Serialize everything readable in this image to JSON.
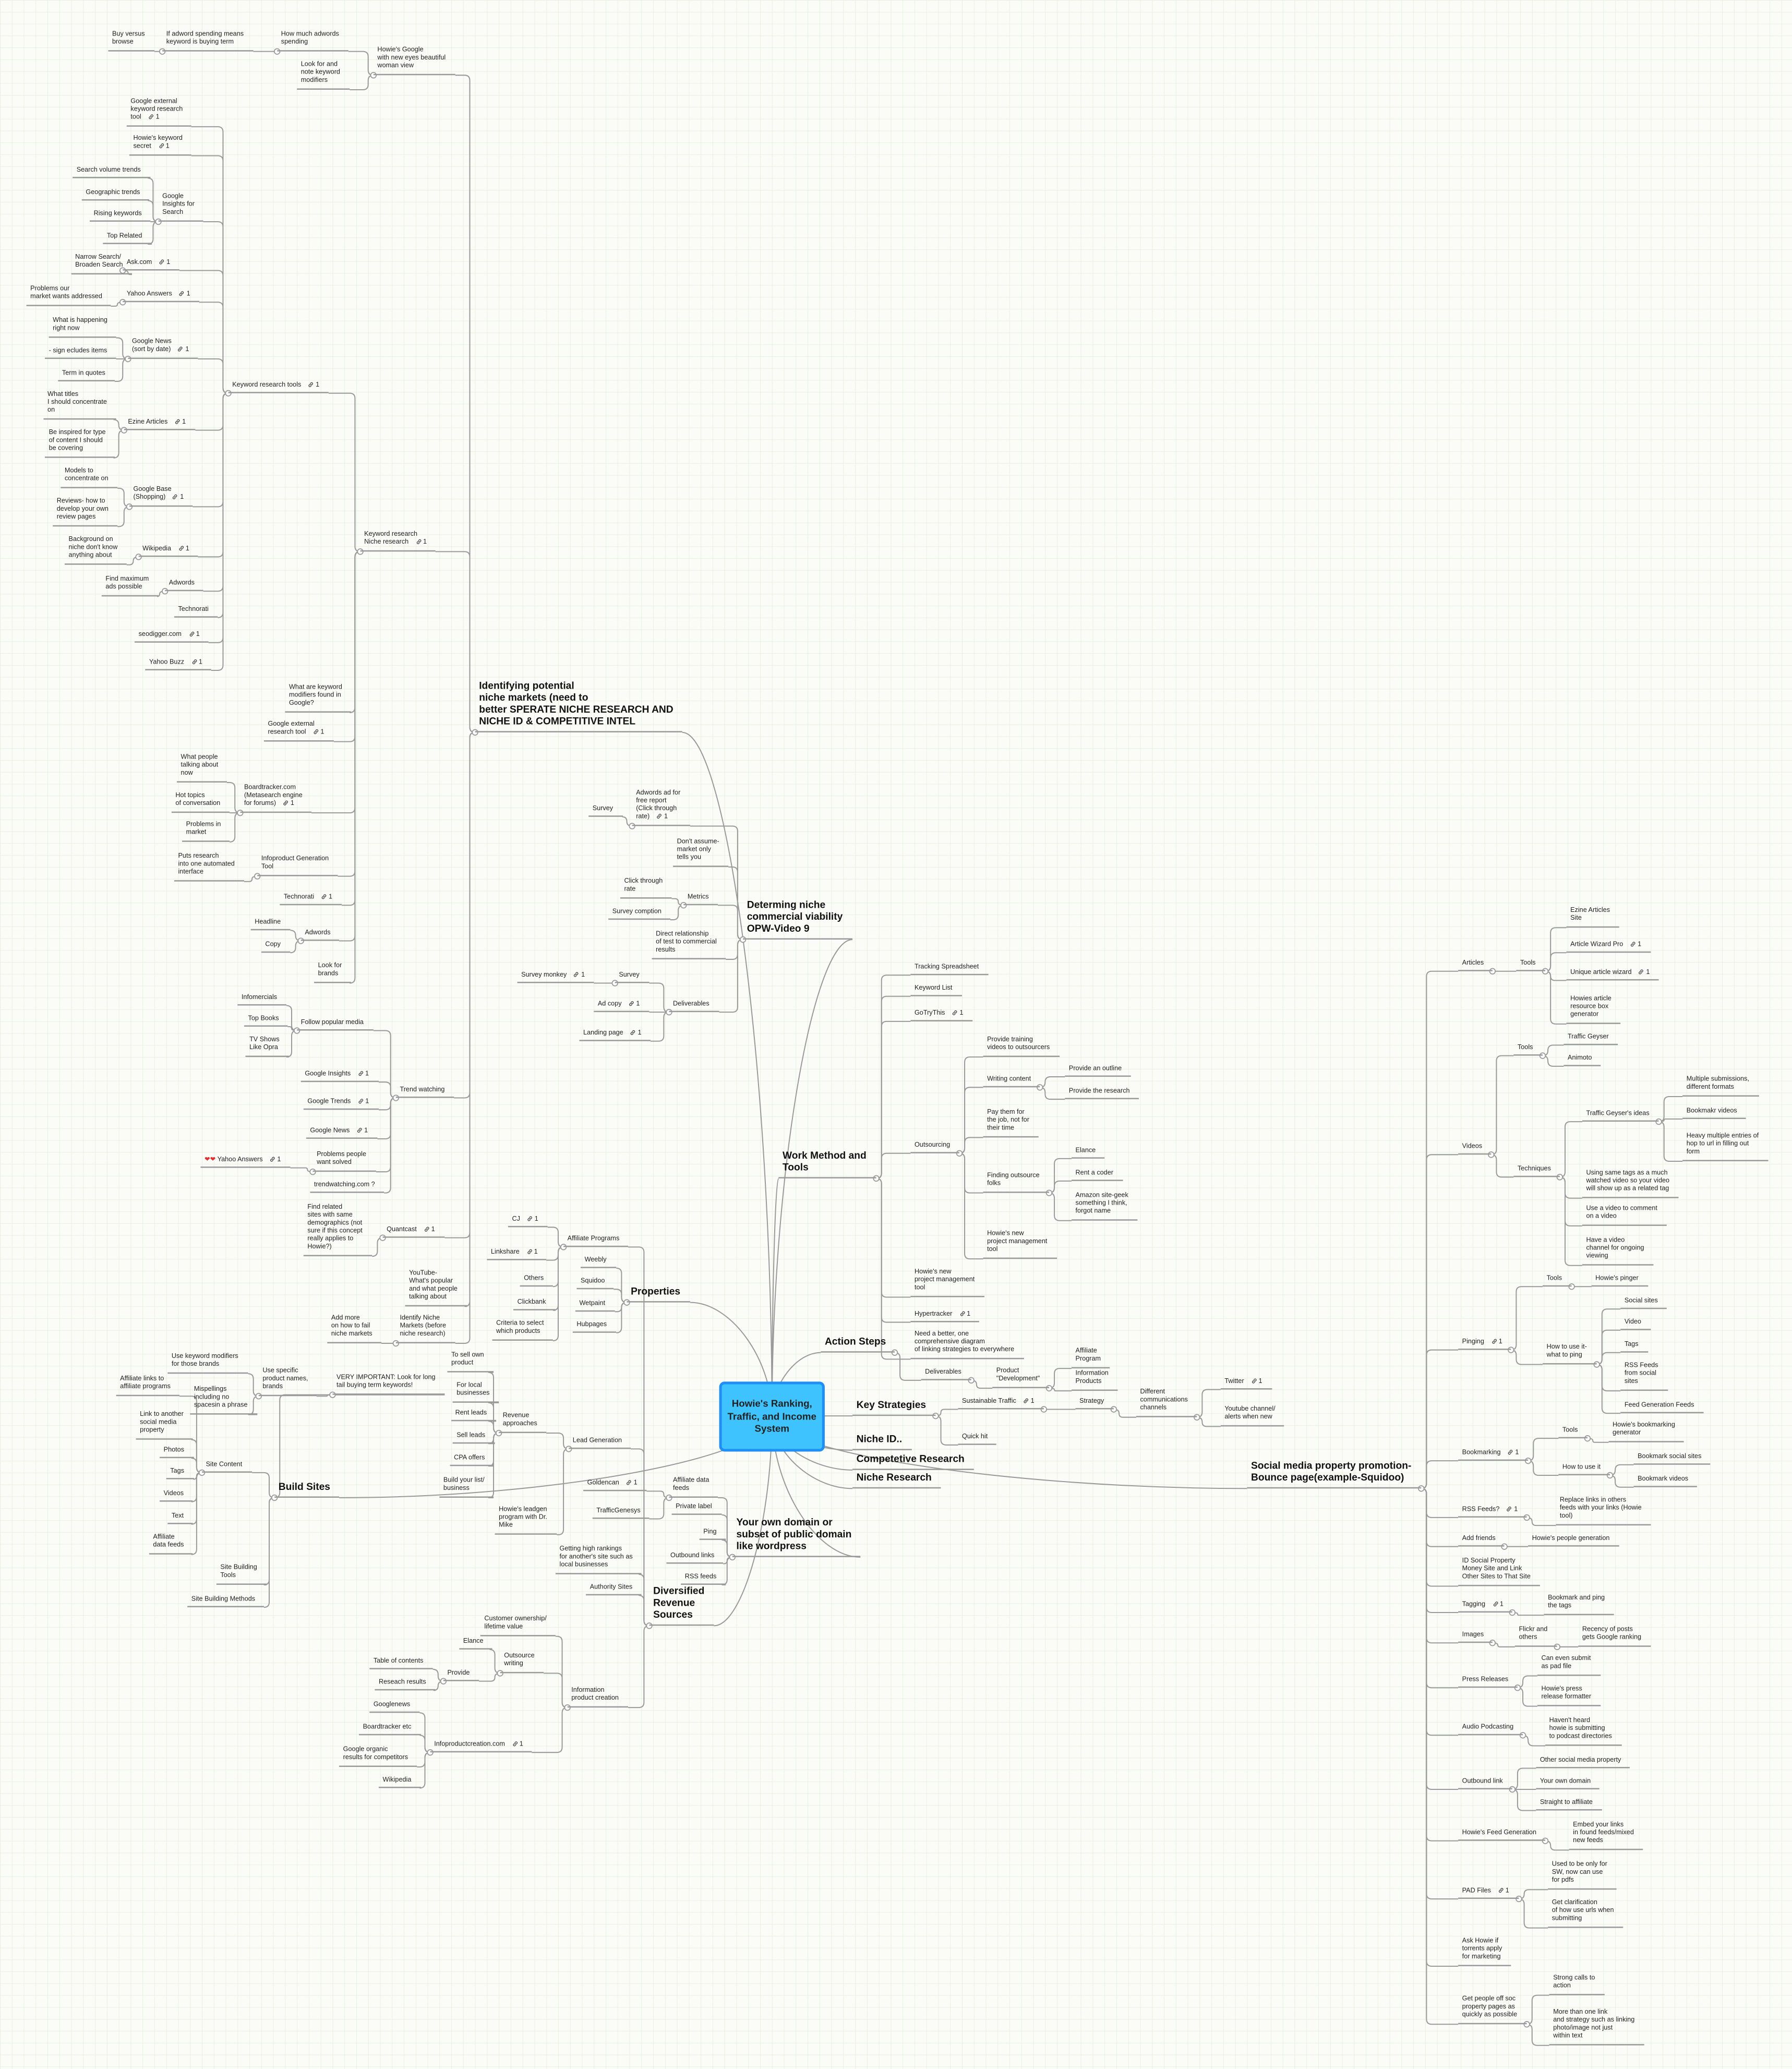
{
  "root": {
    "title": "Howie's Ranking, Traffic, and Income System"
  },
  "colors": {
    "root_fill": "#3fc3ff",
    "root_border": "#1f8ff5",
    "connector": "#9a9a9a",
    "heart": "#e03030"
  },
  "nodes": {
    "A": {
      "text": "Identifying potential\nniche markets (need to\nbetter SPERATE NICHE RESEARCH AND\nNICHE ID & COMPETITIVE INTEL"
    },
    "A1": {
      "text": "Howie's Google\nwith new eyes beautiful\nwoman view"
    },
    "A1a": {
      "text": "How much adwords\nspending"
    },
    "A1a1": {
      "text": "If adword spending means\nkeyword is buying term"
    },
    "A1a1a": {
      "text": "Buy versus\nbrowse"
    },
    "A1b": {
      "text": "Look for and\nnote keyword\nmodifiers"
    },
    "A2": {
      "text": "Keyword research\nNiche research",
      "links": 1
    },
    "K": {
      "text": "Keyword research tools",
      "links": 1
    },
    "K1": {
      "text": "Google external\nkeyword research\ntool",
      "links": 1
    },
    "K2": {
      "text": "Howie's keyword\nsecret",
      "links": 1
    },
    "K3": {
      "text": "Google\nInsights for\nSearch"
    },
    "K3a": {
      "text": "Search volume trends"
    },
    "K3b": {
      "text": "Geographic trends"
    },
    "K3c": {
      "text": "Rising keywords"
    },
    "K3d": {
      "text": "Top Related"
    },
    "K4": {
      "text": "Ask.com",
      "links": 1
    },
    "K4a": {
      "text": "Narrow Search/\nBroaden Search"
    },
    "K5": {
      "text": "Yahoo Answers",
      "links": 1
    },
    "K5a": {
      "text": "Problems our\nmarket wants addressed"
    },
    "K6": {
      "text": "Google News\n(sort by date)",
      "links": 1
    },
    "K6a": {
      "text": "What is happening\nright now"
    },
    "K6b": {
      "text": "- sign ecludes items"
    },
    "K6c": {
      "text": "Term in quotes"
    },
    "K7": {
      "text": "Ezine Articles",
      "links": 1
    },
    "K7a": {
      "text": "What titles\nI should concentrate\non"
    },
    "K7b": {
      "text": "Be inspired for type\nof content I should\nbe covering"
    },
    "K8": {
      "text": "Google Base\n(Shopping)",
      "links": 1
    },
    "K8a": {
      "text": "Models to\nconcentrate on"
    },
    "K8b": {
      "text": "Reviews- how to\ndevelop your own\nreview pages"
    },
    "K9": {
      "text": "Wikipedia",
      "links": 1
    },
    "K9a": {
      "text": "Background on\nniche don't know\nanything about"
    },
    "K10": {
      "text": "Adwords"
    },
    "K10a": {
      "text": "Find maximum\nads possible"
    },
    "K11": {
      "text": "Technorati"
    },
    "K12": {
      "text": "seodigger.com",
      "links": 1
    },
    "K13": {
      "text": "Yahoo Buzz",
      "links": 1
    },
    "A2b": {
      "text": "What are keyword\nmodifiers found in\nGoogle?"
    },
    "A2c": {
      "text": "Google external\nresearch tool",
      "links": 1
    },
    "A2d": {
      "text": "Boardtracker.com\n(Metasearch engine\nfor forums)",
      "links": 1
    },
    "A2d1": {
      "text": "What people\ntalking about\nnow"
    },
    "A2d2": {
      "text": "Hot topics\nof conversation"
    },
    "A2d3": {
      "text": "Problems in\nmarket"
    },
    "A2e": {
      "text": "Infoproduct Generation\nTool"
    },
    "A2e1": {
      "text": "Puts research\ninto one automated\ninterface"
    },
    "A2f": {
      "text": "Technorati",
      "links": 1
    },
    "A2g": {
      "text": "Adwords"
    },
    "A2g1": {
      "text": "Headline"
    },
    "A2g2": {
      "text": "Copy"
    },
    "A2h": {
      "text": "Look for\nbrands"
    },
    "A3": {
      "text": "Trend watching"
    },
    "A3a": {
      "text": "Follow popular media"
    },
    "A3a1": {
      "text": "Infomercials"
    },
    "A3a2": {
      "text": "Top Books"
    },
    "A3a3": {
      "text": "TV Shows\nLike Opra"
    },
    "A3b": {
      "text": "Google Insights",
      "links": 1
    },
    "A3c": {
      "text": "Google Trends",
      "links": 1
    },
    "A3d": {
      "text": "Google News",
      "links": 1
    },
    "A3e": {
      "text": "Problems people\nwant solved"
    },
    "A3e1": {
      "text": "❤❤ Yahoo Answers",
      "links": 1
    },
    "A3f": {
      "text": "trendwatching.com ?"
    },
    "A4": {
      "text": "Quantcast",
      "links": 1
    },
    "A4a": {
      "text": "Find related\nsites with same\ndemographics (not\nsure if this concept\nreally applies to\nHowie?)"
    },
    "A5": {
      "text": "YouTube-\nWhat's popular\nand what people\ntalking about"
    },
    "A6": {
      "text": "Identify Niche\nMarkets (before\nniche research)"
    },
    "A6a": {
      "text": "Add more\non how to fail\nniche markets"
    },
    "B": {
      "text": "Properties"
    },
    "B1": {
      "text": "Weebly"
    },
    "B2": {
      "text": "Squidoo"
    },
    "B3": {
      "text": "Wetpaint"
    },
    "B4": {
      "text": "Hubpages"
    },
    "C": {
      "text": "Diversified\nRevenue\nSources"
    },
    "C1": {
      "text": "Affiliate Programs"
    },
    "C1a": {
      "text": "CJ",
      "links": 1
    },
    "C1b": {
      "text": "Linkshare",
      "links": 1
    },
    "C1c": {
      "text": "Others"
    },
    "C1d": {
      "text": "Clickbank"
    },
    "C1e": {
      "text": "Criteria to select\nwhich products"
    },
    "C2": {
      "text": "Lead Generation"
    },
    "C2a": {
      "text": "Revenue\napproaches"
    },
    "C2a1": {
      "text": "To sell own\nproduct"
    },
    "C2a2": {
      "text": "For local\nbusinesses"
    },
    "C2a3": {
      "text": "Rent leads"
    },
    "C2a4": {
      "text": "Sell leads"
    },
    "C2a5": {
      "text": "CPA offers"
    },
    "C2a6": {
      "text": "Build your list/\nbusiness"
    },
    "C2b": {
      "text": "Howie's leadgen\nprogram with Dr.\nMike"
    },
    "C3": {
      "text": "Getting high rankings\nfor another's site such as\nlocal businesses"
    },
    "C4": {
      "text": "Authority Sites"
    },
    "C5": {
      "text": "Information\nproduct creation"
    },
    "C5a": {
      "text": "Customer ownership/\nlifetime value"
    },
    "C5b": {
      "text": "Outsource\nwriting"
    },
    "C5b1": {
      "text": "Elance"
    },
    "C5b2": {
      "text": "Provide"
    },
    "C5b2a": {
      "text": "Table of contents"
    },
    "C5b2b": {
      "text": "Reseach results"
    },
    "C5c": {
      "text": "Infoproductcreation.com",
      "links": 1
    },
    "C5c1": {
      "text": "Googlenews"
    },
    "C5c2": {
      "text": "Boardtracker etc"
    },
    "C5c3": {
      "text": "Google organic\nresults for competitors"
    },
    "C5c4": {
      "text": "Wikipedia"
    },
    "D": {
      "text": "Your own domain or\nsubset of public domain\nlike wordpress"
    },
    "D1": {
      "text": "Affiliate data\nfeeds"
    },
    "D1a": {
      "text": "Goldencan",
      "links": 1
    },
    "D1b": {
      "text": "TrafficGenesys"
    },
    "D2": {
      "text": "Private label"
    },
    "D3": {
      "text": "Ping"
    },
    "D4": {
      "text": "Outbound links"
    },
    "D5": {
      "text": "RSS feeds"
    },
    "E": {
      "text": "Build Sites"
    },
    "E1": {
      "text": "VERY IMPORTANT: Look for long\ntail buying term keywords!"
    },
    "E1a": {
      "text": "Use specific\nproduct names,\nbrands"
    },
    "E1a1": {
      "text": "Use keyword modifiers\nfor those brands"
    },
    "E1a2": {
      "text": "Mispellings\nincluding no\nspacesin a phrase"
    },
    "E2": {
      "text": "Site Content"
    },
    "E2a": {
      "text": "Affiliate links to\naffiliate programs"
    },
    "E2b": {
      "text": "Link to another\nsocial media\nproperty"
    },
    "E2c": {
      "text": "Photos"
    },
    "E2d": {
      "text": "Tags"
    },
    "E2e": {
      "text": "Videos"
    },
    "E2f": {
      "text": "Text"
    },
    "E2g": {
      "text": "Affiliate\ndata feeds"
    },
    "E3": {
      "text": "Site Building\nTools"
    },
    "E4": {
      "text": "Site Building Methods"
    },
    "F": {
      "text": "Determing niche\ncommercial viability\nOPW-Video 9"
    },
    "F1": {
      "text": "Adwords ad for\nfree report\n(Click through\nrate)",
      "links": 1
    },
    "F1a": {
      "text": "Survey"
    },
    "F2": {
      "text": "Don't assume-\nmarket only\ntells you"
    },
    "F3": {
      "text": "Metrics"
    },
    "F3a": {
      "text": "Click through\nrate"
    },
    "F3b": {
      "text": "Survey comption"
    },
    "F4": {
      "text": "Direct relationship\nof test to commercial\nresults"
    },
    "F5": {
      "text": "Deliverables"
    },
    "F5a": {
      "text": "Survey"
    },
    "F5a1": {
      "text": "Survey monkey",
      "links": 1
    },
    "F5b": {
      "text": "Ad copy",
      "links": 1
    },
    "F5c": {
      "text": "Landing page",
      "links": 1
    },
    "G": {
      "text": "Work Method and\nTools"
    },
    "G1": {
      "text": "Tracking Spreadsheet"
    },
    "G2": {
      "text": "Keyword List"
    },
    "G3": {
      "text": "GoTryThis",
      "links": 1
    },
    "G4": {
      "text": "Outsourcing"
    },
    "G4a": {
      "text": "Provide training\nvideos to outsourcers"
    },
    "G4b": {
      "text": "Writing content"
    },
    "G4b1": {
      "text": "Provide an outline"
    },
    "G4b2": {
      "text": "Provide the research"
    },
    "G4c": {
      "text": "Pay them for\nthe job, not for\ntheir time"
    },
    "G4d": {
      "text": "Finding outsource\nfolks"
    },
    "G4d1": {
      "text": "Elance"
    },
    "G4d2": {
      "text": "Rent a coder"
    },
    "G4d3": {
      "text": "Amazon site-geek\nsomething I think,\nforgot name"
    },
    "G4e": {
      "text": "Howie's new\nproject management\ntool"
    },
    "G5": {
      "text": "Howie's new\nproject management\ntool"
    },
    "G6": {
      "text": "Hypertracker",
      "links": 1
    },
    "G7": {
      "text": "Need a better, one\ncomprehensive diagram\nof linking strategies to everywhere"
    },
    "H": {
      "text": "Action Steps"
    },
    "H1": {
      "text": "Deliverables"
    },
    "H1a": {
      "text": "Product\n\"Development\""
    },
    "H1a1": {
      "text": "Affiliate\nProgram"
    },
    "H1a2": {
      "text": "Information\nProducts"
    },
    "I": {
      "text": "Key Strategies"
    },
    "I1": {
      "text": "Sustainable Traffic",
      "links": 1
    },
    "I1a": {
      "text": "Strategy"
    },
    "I1a1": {
      "text": "Different\ncommunications\nchannels"
    },
    "I1a1a": {
      "text": "Twitter",
      "links": 1
    },
    "I1a1b": {
      "text": "Youtube channel/\nalerts when new"
    },
    "I2": {
      "text": "Quick hit"
    },
    "J": {
      "text": "Niche ID.."
    },
    "CR": {
      "text": "Competetive Research"
    },
    "NR": {
      "text": "Niche Research"
    },
    "M": {
      "text": "Social media property promotion-\nBounce page(example-Squidoo)"
    },
    "M1": {
      "text": "Articles"
    },
    "M1a": {
      "text": "Tools"
    },
    "M1a1": {
      "text": "Ezine Articles\nSite"
    },
    "M1a2": {
      "text": "Article Wizard Pro",
      "links": 1
    },
    "M1a3": {
      "text": "Unique article wizard",
      "links": 1
    },
    "M1a4": {
      "text": "Howies article\nresource box\ngenerator"
    },
    "M2": {
      "text": "Videos"
    },
    "M2a": {
      "text": "Tools"
    },
    "M2a1": {
      "text": "Traffic Geyser"
    },
    "M2a2": {
      "text": "Animoto"
    },
    "M2b": {
      "text": "Techniques"
    },
    "M2b1": {
      "text": "Traffic Geyser's ideas"
    },
    "M2b1a": {
      "text": "Multiple submissions,\ndifferent formats"
    },
    "M2b1b": {
      "text": "Bookmakr videos"
    },
    "M2b1c": {
      "text": "Heavy multiple entries of\nhop to url in filling out\nform"
    },
    "M2b2": {
      "text": "Using same tags as a much\nwatched video so your video\nwill show up as a related tag"
    },
    "M2b3": {
      "text": "Use a video to comment\non a video"
    },
    "M2b4": {
      "text": "Have a video\nchannel for ongoing\nviewing"
    },
    "M3": {
      "text": "Pinging",
      "links": 1
    },
    "M3a": {
      "text": "Tools"
    },
    "M3a1": {
      "text": "Howie's pinger"
    },
    "M3b": {
      "text": "How to use it-\nwhat to ping"
    },
    "M3b1": {
      "text": "Social sites"
    },
    "M3b2": {
      "text": "Video"
    },
    "M3b3": {
      "text": "Tags"
    },
    "M3b4": {
      "text": "RSS Feeds\nfrom social\nsites"
    },
    "M3b5": {
      "text": "Feed Generation Feeds"
    },
    "M4": {
      "text": "Bookmarking",
      "links": 1
    },
    "M4a": {
      "text": "Tools"
    },
    "M4a1": {
      "text": "Howie's bookmarking\ngenerator"
    },
    "M4b": {
      "text": "How to use it"
    },
    "M4b1": {
      "text": "Bookmark social sites"
    },
    "M4b2": {
      "text": "Bookmark videos"
    },
    "M5": {
      "text": "RSS Feeds?",
      "links": 1
    },
    "M5a": {
      "text": "Replace links in others\nfeeds with your links (Howie\ntool)"
    },
    "M6": {
      "text": "Add friends"
    },
    "M6a": {
      "text": "Howie's people generation"
    },
    "M7": {
      "text": "ID Social Property\nMoney Site and Link\nOther Sites to That Site"
    },
    "M8": {
      "text": "Tagging",
      "links": 1
    },
    "M8a": {
      "text": "Bookmark and ping\nthe tags"
    },
    "M9": {
      "text": "Images"
    },
    "M9a": {
      "text": "Flickr and\nothers"
    },
    "M9a1": {
      "text": "Recency of posts\ngets Google ranking"
    },
    "M10": {
      "text": "Press Releases"
    },
    "M10a": {
      "text": "Can even submit\nas pad file"
    },
    "M10b": {
      "text": "Howie's press\nrelease formatter"
    },
    "M11": {
      "text": "Audio Podcasting"
    },
    "M11a": {
      "text": "Haven't heard\nhowie is submitting\nto podcast directories"
    },
    "M12": {
      "text": "Outbound link"
    },
    "M12a": {
      "text": "Other social media property"
    },
    "M12b": {
      "text": "Your own domain"
    },
    "M12c": {
      "text": "Straight to affiliate"
    },
    "M13": {
      "text": "Howie's Feed Generation"
    },
    "M13a": {
      "text": "Embed your links\nin found feeds/mixed\nnew feeds"
    },
    "M14": {
      "text": "PAD Files",
      "links": 1
    },
    "M14a": {
      "text": "Used to be only for\nSW, now can use\nfor pdfs"
    },
    "M14b": {
      "text": "Get clarification\nof how use urls when\nsubmitting"
    },
    "M15": {
      "text": "Ask Howie if\ntorrents apply\nfor marketing"
    },
    "M16": {
      "text": "Get people off soc\nproperty pages as\nquickly as possible"
    },
    "M16a": {
      "text": "Strong calls to\naction"
    },
    "M16b": {
      "text": "More than one link\nand strategy such as linking\nphoto/image not just\nwithin text"
    }
  }
}
